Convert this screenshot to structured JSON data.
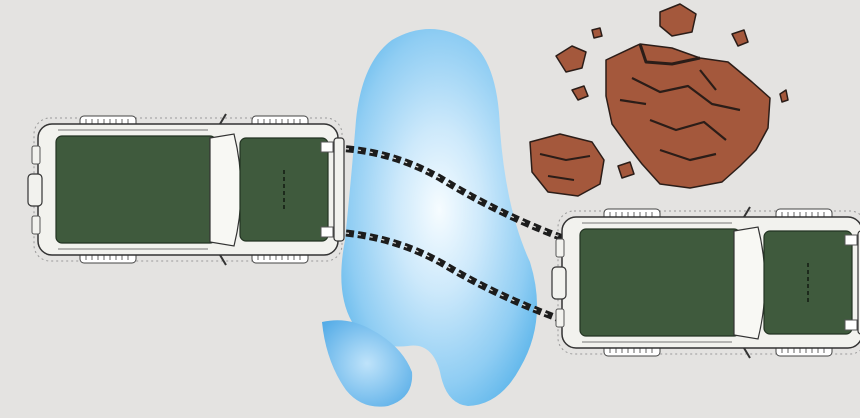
{
  "scene": {
    "colors": {
      "background": "#e4e3e1",
      "water_center": "#f4fbff",
      "water_edge": "#58b4ea",
      "vehicle_body": "#3f5a3d",
      "vehicle_trim": "#f2f2ee",
      "rock": "#a4583c",
      "rock_crack": "#2b1d18",
      "track": "#1c1c1c"
    },
    "vehicles": [
      {
        "name": "vehicle-left",
        "icon": "suv-top-view-icon"
      },
      {
        "name": "vehicle-right",
        "icon": "suv-top-view-icon"
      }
    ],
    "water": {
      "icon": "water-crossing-icon"
    },
    "rocks": {
      "icon": "boulder-icon",
      "count": 9
    },
    "tracks": {
      "icon": "tire-track-icon",
      "count": 2
    }
  }
}
